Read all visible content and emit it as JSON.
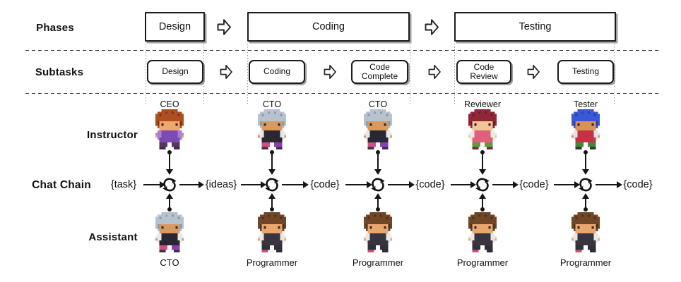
{
  "row_labels": {
    "phases": "Phases",
    "subtasks": "Subtasks",
    "instructor": "Instructor",
    "chat_chain": "Chat Chain",
    "assistant": "Assistant"
  },
  "phases": [
    "Design",
    "Coding",
    "Testing"
  ],
  "subtasks": [
    "Design",
    "Coding",
    "Code Complete",
    "Code Review",
    "Testing"
  ],
  "chain": {
    "labels": [
      "{task}",
      "{ideas}",
      "{code}",
      "{code}",
      "{code}",
      "{code}"
    ]
  },
  "columns": [
    {
      "instructor": {
        "name": "CEO",
        "palette": {
          "hair": "#ad4f22",
          "hair2": "#7e3414",
          "skin": "#efa76a",
          "eye": "#33222a",
          "shirt": "#7d4ab4",
          "sleeve": "#a77fd2",
          "pants": "#53385f",
          "shoes": "#402a4e"
        }
      },
      "assistant": {
        "name": "CTO",
        "palette": {
          "hair": "#b7c2cf",
          "hair2": "#8d99a8",
          "skin": "#d99a60",
          "eye": "#2c2733",
          "shirt": "#2b2732",
          "sleeve": "#e7e7ec",
          "pants": "#cf4f86",
          "pants2": "#8a41b0",
          "shoes": "#3c2f48"
        }
      }
    },
    {
      "instructor": {
        "name": "CTO",
        "palette": {
          "hair": "#b7c2cf",
          "hair2": "#8d99a8",
          "skin": "#d99a60",
          "eye": "#2c2733",
          "shirt": "#2b2732",
          "sleeve": "#e7e7ec",
          "pants": "#cf4f86",
          "pants2": "#8a41b0",
          "shoes": "#3c2f48"
        }
      },
      "assistant": {
        "name": "Programmer",
        "palette": {
          "hair": "#6f4627",
          "hair2": "#4f2f17",
          "skin": "#eaa76d",
          "eye": "#2c2733",
          "shirt": "#393540",
          "sleeve": "#eae8e2",
          "pants": "#332f3a",
          "shoes": "#d4506e",
          "shoes2": "#2e2b33"
        }
      }
    },
    {
      "instructor": {
        "name": "CTO",
        "palette": {
          "hair": "#b7c2cf",
          "hair2": "#8d99a8",
          "skin": "#d99a60",
          "eye": "#2c2733",
          "shirt": "#2b2732",
          "sleeve": "#e7e7ec",
          "pants": "#cf4f86",
          "pants2": "#8a41b0",
          "shoes": "#3c2f48"
        }
      },
      "assistant": {
        "name": "Programmer",
        "palette": {
          "hair": "#6f4627",
          "hair2": "#4f2f17",
          "skin": "#eaa76d",
          "eye": "#2c2733",
          "shirt": "#393540",
          "sleeve": "#eae8e2",
          "pants": "#332f3a",
          "shoes": "#d4506e",
          "shoes2": "#2e2b33"
        }
      }
    },
    {
      "instructor": {
        "name": "Reviewer",
        "palette": {
          "hair": "#8f2738",
          "hair2": "#6b1b2a",
          "skin": "#f2c497",
          "eye": "#33222a",
          "shirt": "#e0607c",
          "sleeve": "#efe9e4",
          "pants": "#5a9e3c",
          "shoes": "#7c2433"
        }
      },
      "assistant": {
        "name": "Programmer",
        "palette": {
          "hair": "#6f4627",
          "hair2": "#4f2f17",
          "skin": "#eaa76d",
          "eye": "#2c2733",
          "shirt": "#393540",
          "sleeve": "#eae8e2",
          "pants": "#332f3a",
          "shoes": "#d4506e",
          "shoes2": "#2e2b33"
        }
      }
    },
    {
      "instructor": {
        "name": "Tester",
        "palette": {
          "hair": "#3b57d8",
          "hair2": "#2a3fa8",
          "skin": "#da9059",
          "eye": "#26212e",
          "shirt": "#c23343",
          "sleeve": "#e2e2e8",
          "pants": "#45853a",
          "shoes": "#332f38"
        }
      },
      "assistant": {
        "name": "Programmer",
        "palette": {
          "hair": "#6f4627",
          "hair2": "#4f2f17",
          "skin": "#eaa76d",
          "eye": "#2c2733",
          "shirt": "#393540",
          "sleeve": "#eae8e2",
          "pants": "#332f3a",
          "shoes": "#d4506e",
          "shoes2": "#2e2b33"
        }
      }
    }
  ],
  "icons": {
    "cycle": "cycle-loop-icon",
    "phase_arrow": "hollow-right-arrow-icon",
    "connector_end": "dot-endpoint"
  },
  "colors": {
    "line": "#151515",
    "dash_line": "#3a3a3a",
    "dotted_guide": "#9a9a9a",
    "box_border": "#1c1c1c",
    "text": "#111111",
    "background": "#ffffff"
  }
}
